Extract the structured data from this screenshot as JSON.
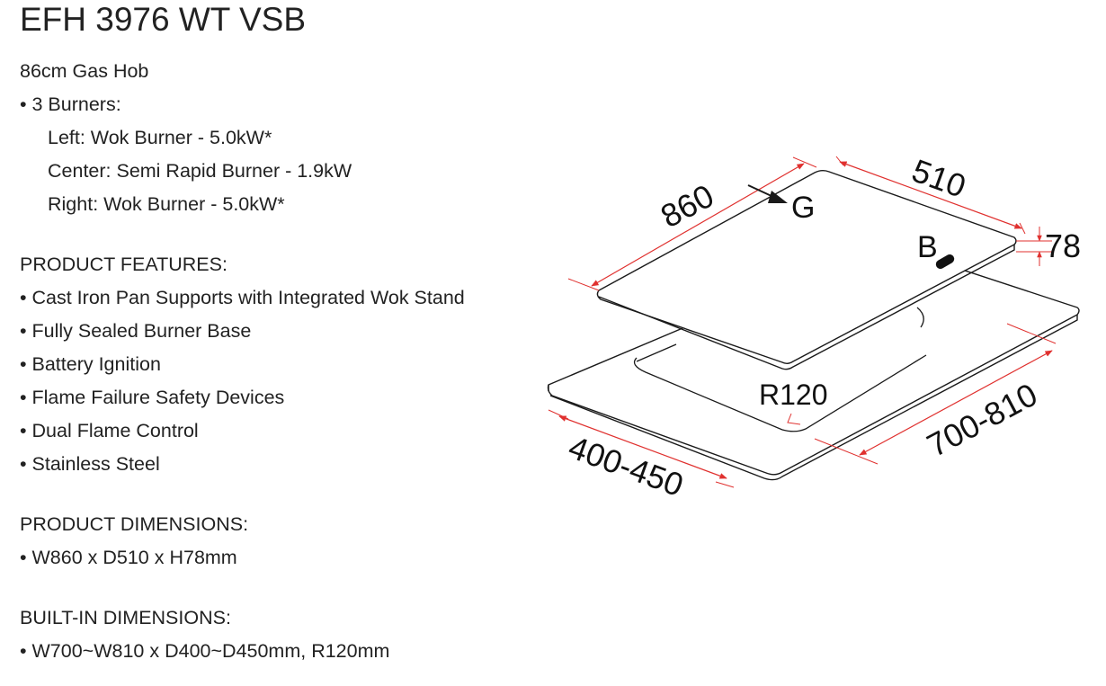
{
  "product": {
    "model": "EFH 3976 WT VSB",
    "subtitle": "86cm Gas Hob",
    "burners_heading": "• 3 Burners:",
    "burners": [
      "Left: Wok Burner - 5.0kW*",
      "Center: Semi Rapid Burner - 1.9kW",
      "Right: Wok Burner - 5.0kW*"
    ]
  },
  "features": {
    "heading": "PRODUCT FEATURES:",
    "items": [
      "• Cast Iron Pan Supports with Integrated Wok Stand",
      "• Fully Sealed Burner Base",
      "• Battery Ignition",
      "• Flame Failure Safety Devices",
      "• Dual Flame Control",
      "• Stainless Steel"
    ]
  },
  "dimensions": {
    "heading": "PRODUCT DIMENSIONS:",
    "value": "• W860 x D510 x H78mm"
  },
  "builtin": {
    "heading": "BUILT-IN DIMENSIONS:",
    "value": "• W700~W810 x D400~D450mm, R120mm"
  },
  "diagram": {
    "width_label": "860",
    "depth_label": "510",
    "height_label": "78",
    "gas_label": "G",
    "battery_label": "B",
    "radius_label": "R120",
    "cutout_width_label": "700-810",
    "cutout_depth_label": "400-450",
    "colors": {
      "dimension_line": "#e0312f",
      "outline": "#1a1a1a"
    }
  }
}
